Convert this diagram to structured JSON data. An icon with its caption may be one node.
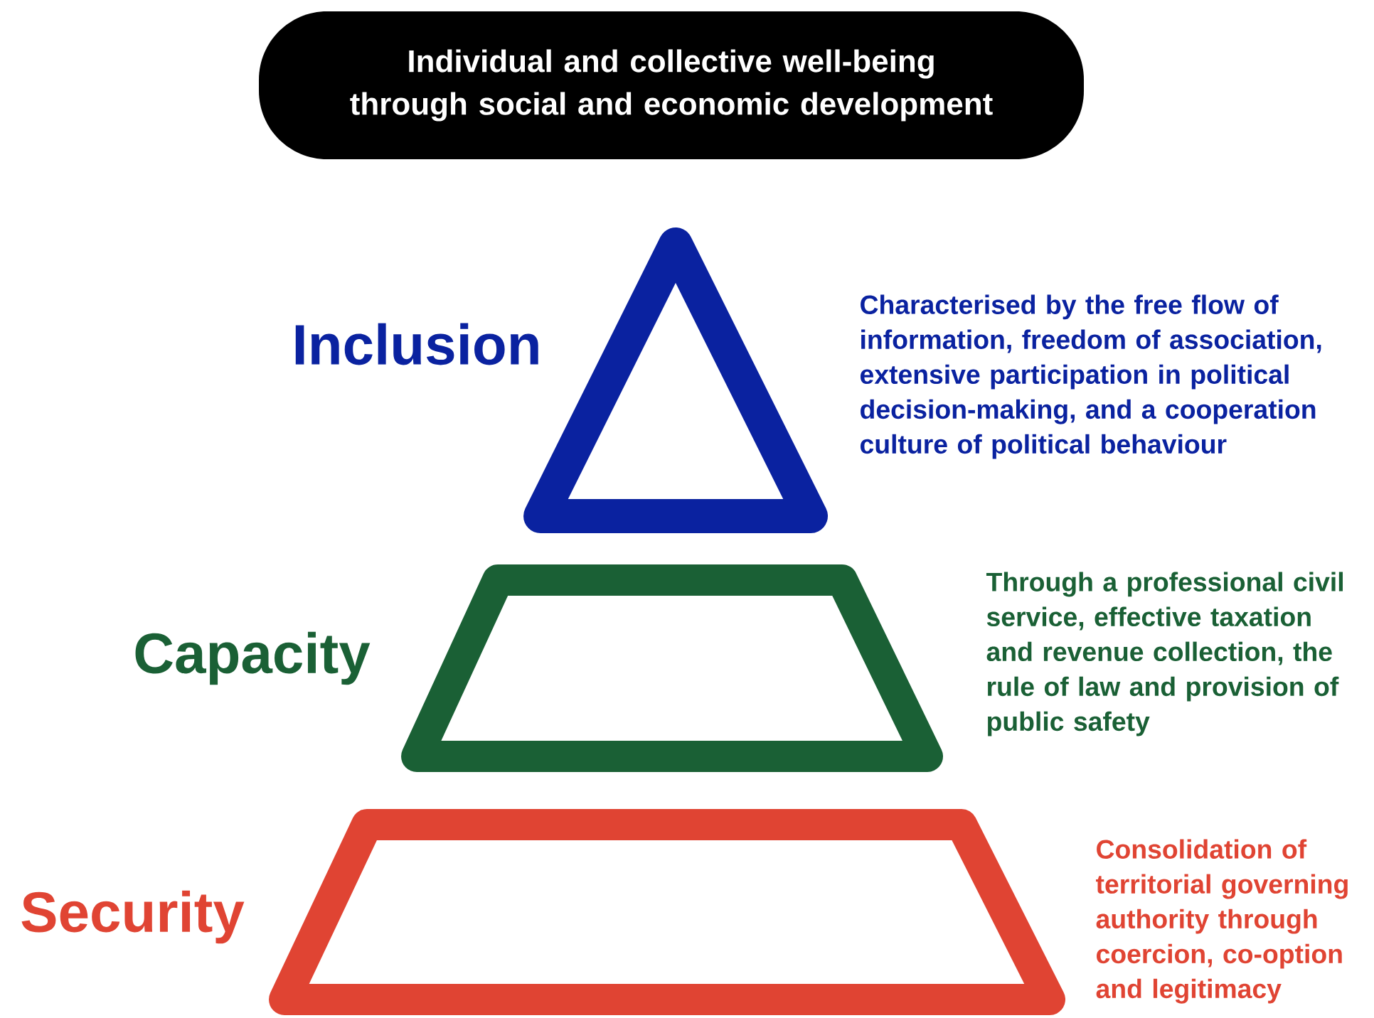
{
  "diagram": {
    "nodes": [
      {
        "text": [
          "Individual and collective well-being through social and economic development"
        ]
      },
      {
        "text": [],
        "shape": "triangle",
        "beside": [
          "Inclusion",
          "Characterised by the free flow of information, freedom of association, extensive participation in political decision-making, and a cooperation culture of political behaviour"
        ]
      },
      {
        "text": [],
        "shape": "trapezoid",
        "beside": [
          "Capacity",
          "Through a professional civil service, effective taxation and revenue collection, the rule of law and provision of public safety"
        ]
      },
      {
        "text": [],
        "shape": "trapezoid",
        "beside": [
          "Security",
          "Consolidation of territorial governing authority through coercion, co-option and legitimacy"
        ]
      }
    ]
  }
}
